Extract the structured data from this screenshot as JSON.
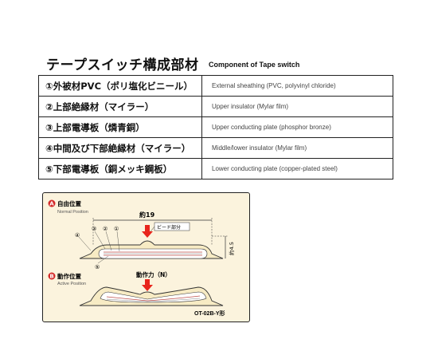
{
  "header": {
    "title_jp": "テープスイッチ構成部材",
    "title_en": "Component of Tape switch"
  },
  "parts": [
    {
      "jp": "①外被材PVC（ポリ塩化ビニール）",
      "en": "External sheathing (PVC, polyvinyl chloride)"
    },
    {
      "jp": "②上部絶縁材（マイラー）",
      "en": "Upper insulator (Mylar film)"
    },
    {
      "jp": "③上部電導板（燐青銅）",
      "en": "Upper conducting plate (phosphor bronze)"
    },
    {
      "jp": "④中間及び下部絶縁材（マイラー）",
      "en": "Middle/lower insulator (Mylar film)"
    },
    {
      "jp": "⑤下部電導板（銅メッキ鋼板）",
      "en": "Lower conducting plate (copper-plated steel)"
    }
  ],
  "diagram": {
    "section_a": {
      "badge": "A",
      "title": "自由位置",
      "subtitle": "Normal Position"
    },
    "section_b": {
      "badge": "B",
      "title": "動作位置",
      "subtitle": "Active Position"
    },
    "width_label": "約19",
    "bead_label": "ビード部分",
    "height_label": "約4.5",
    "force_label": "動作力（N）",
    "callouts": [
      "①",
      "②",
      "③",
      "④",
      "⑤"
    ],
    "model_label": "OT-02B-Y形",
    "colors": {
      "badge": "#d42b2b",
      "arrow": "#e8251c",
      "tape": "#f7ebc4",
      "tape_stroke": "#333333",
      "inner_line": "#c0504d"
    }
  }
}
